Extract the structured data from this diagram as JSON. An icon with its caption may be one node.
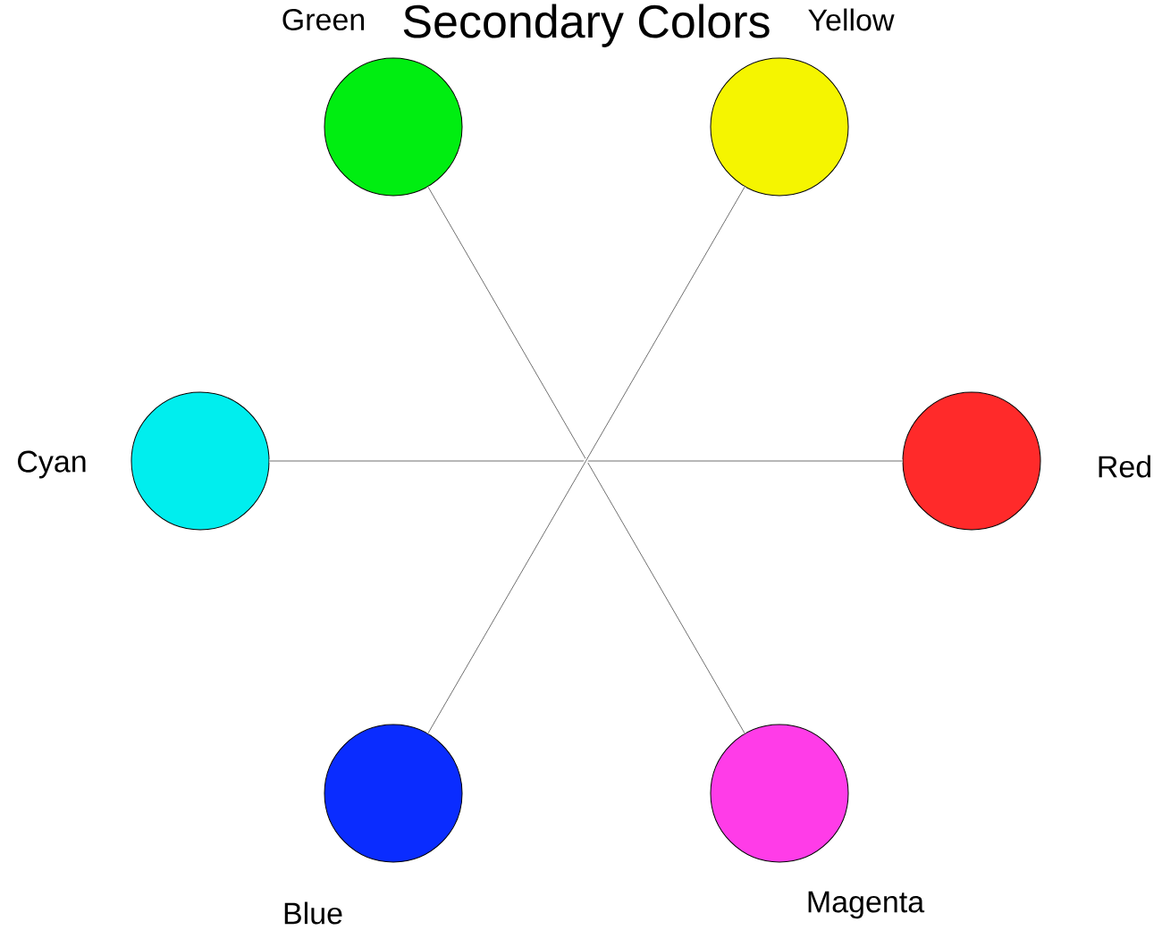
{
  "diagram": {
    "title": "Secondary Colors",
    "nodes": [
      {
        "text": [
          "Green"
        ]
      },
      {
        "text": [
          "Yellow"
        ]
      },
      {
        "text": [
          "Cyan"
        ]
      },
      {
        "text": [
          "Red"
        ]
      },
      {
        "text": [
          "Blue"
        ]
      },
      {
        "text": [
          "Magenta"
        ]
      }
    ],
    "edges": [
      {
        "from": 0,
        "to": 5,
        "arrow": "none"
      },
      {
        "from": 1,
        "to": 4,
        "arrow": "none"
      },
      {
        "from": 2,
        "to": 3,
        "arrow": "none"
      }
    ]
  }
}
